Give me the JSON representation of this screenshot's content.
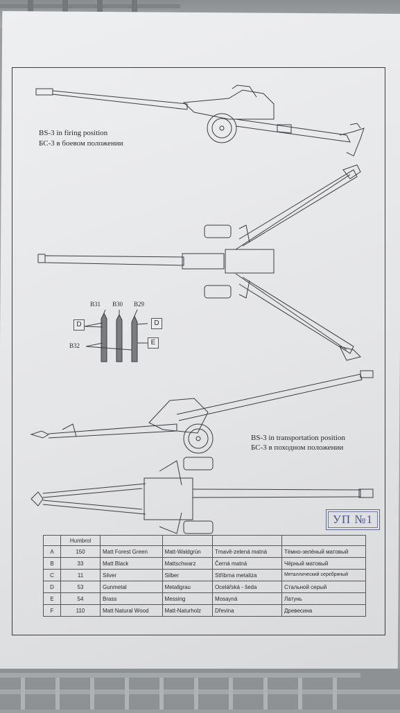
{
  "captions": {
    "firing_en": "BS-3 in firing position",
    "firing_ru": "БС-3 в боевом положении",
    "transport_en": "BS-3 in transportation position",
    "transport_ru": "БС-3 в походном положении"
  },
  "shell_labels": {
    "b31": "B31",
    "b30": "B30",
    "b29": "B29",
    "b32": "B32",
    "d_left": "D",
    "d_right": "D",
    "e": "E"
  },
  "stamp": "УП №1",
  "paint_table": {
    "header": [
      "",
      "Humbrol",
      "",
      "",
      "",
      ""
    ],
    "rows": [
      [
        "A",
        "150",
        "Matt Forest Green",
        "Matt-Waldgrün",
        "Tmavě-zelená matná",
        "Тёмно-зелёный матовый"
      ],
      [
        "B",
        "33",
        "Matt Black",
        "Mattschwarz",
        "Černá matná",
        "Чёрный матовый"
      ],
      [
        "C",
        "11",
        "Silver",
        "Silber",
        "Stříbrna metaliza",
        "Металлический серебряный"
      ],
      [
        "D",
        "53",
        "Gunmetal",
        "Metallgrau",
        "Ocelářská - šeda",
        "Стальной серый"
      ],
      [
        "E",
        "54",
        "Brass",
        "Messing",
        "Mosayná",
        "Латунь"
      ],
      [
        "F",
        "110",
        "Matt Natural Wood",
        "Matt-Naturholz",
        "Dřevina",
        "Древесина"
      ]
    ]
  }
}
